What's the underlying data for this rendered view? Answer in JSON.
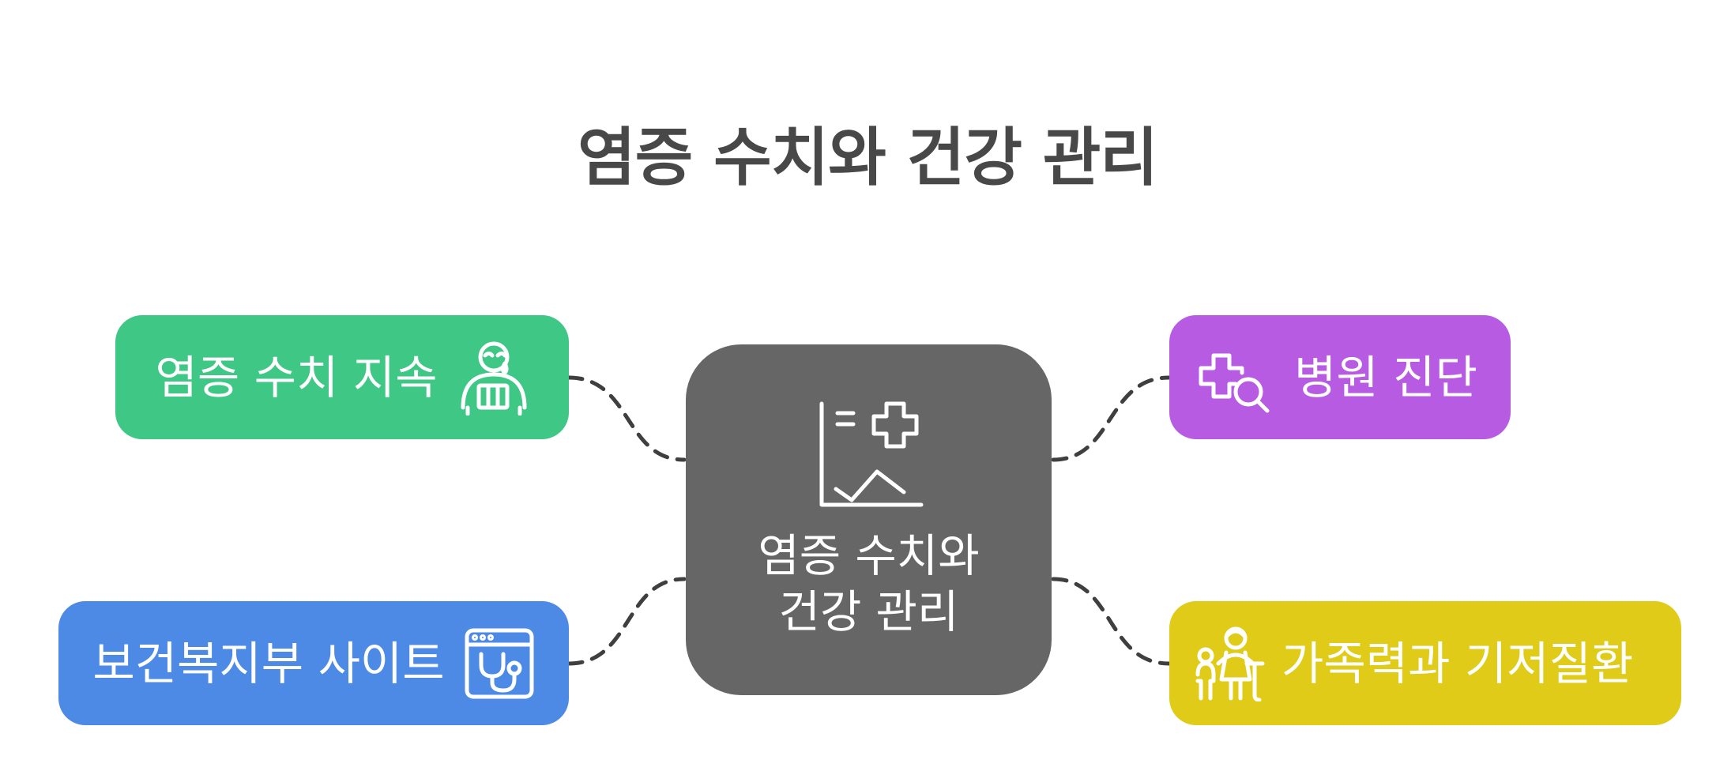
{
  "diagram": {
    "title": "염증 수치와 건강 관리",
    "center": {
      "label_line1": "염증 수치와",
      "label_line2": "건강 관리",
      "icon": "health-chart-icon",
      "color": "#666666"
    },
    "branches": [
      {
        "label": "염증 수치 지속",
        "icon": "sick-person-icon",
        "color": "#3ec785"
      },
      {
        "label": "보건복지부 사이트",
        "icon": "stethoscope-browser-icon",
        "color": "#4d8ae6"
      },
      {
        "label": "병원 진단",
        "icon": "medical-search-icon",
        "color": "#b85be3"
      },
      {
        "label": "가족력과 기저질환",
        "icon": "family-icon",
        "color": "#dfcb18"
      }
    ],
    "connector_color": "#3f3f3f"
  }
}
